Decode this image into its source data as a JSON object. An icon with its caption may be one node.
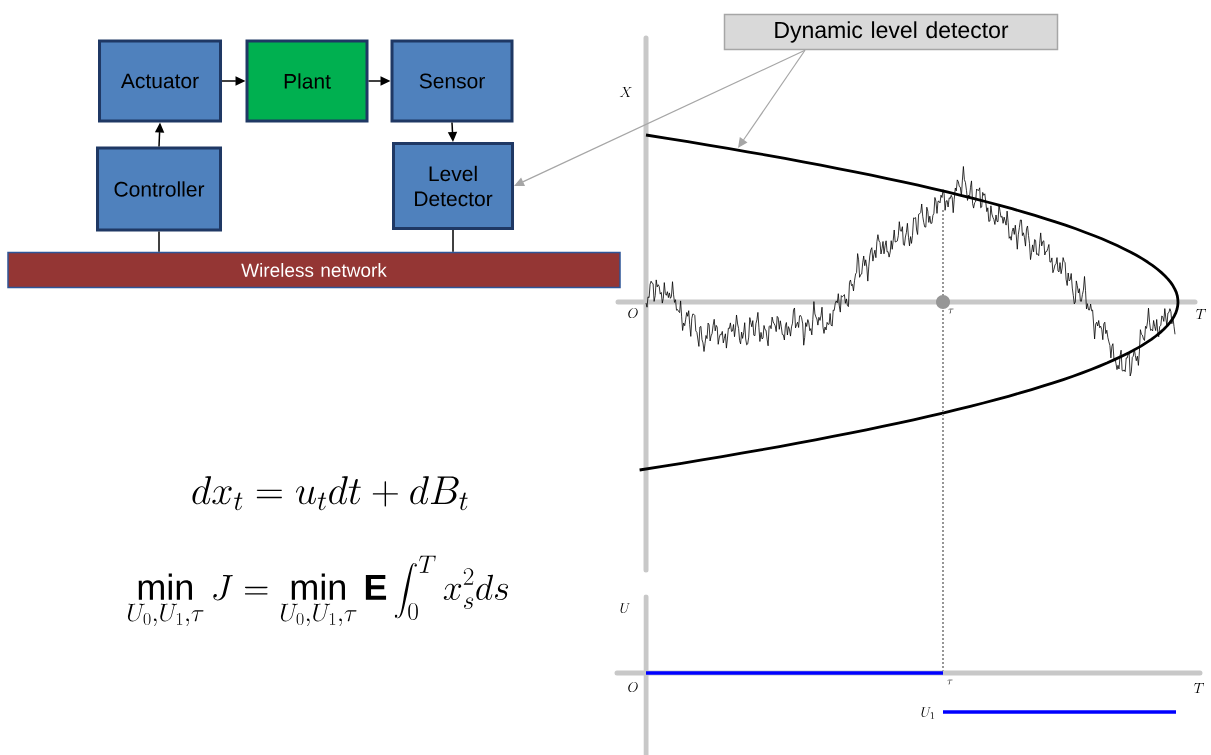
{
  "diagram": {
    "nodes": [
      {
        "text": [
          "Actuator"
        ]
      },
      {
        "text": [
          "Plant"
        ]
      },
      {
        "text": [
          "Sensor"
        ]
      },
      {
        "text": [
          "Controller"
        ]
      },
      {
        "text": [
          "Level Detector"
        ]
      },
      {
        "text": [
          "Wireless network"
        ]
      },
      {
        "text": [
          "Dynamic level detector"
        ]
      }
    ],
    "edges": [
      {
        "from": 0,
        "to": 1,
        "arrow": "to"
      },
      {
        "from": 1,
        "to": 2,
        "arrow": "to"
      },
      {
        "from": 3,
        "to": 0,
        "arrow": "to"
      },
      {
        "from": 2,
        "to": 4,
        "arrow": "to"
      },
      {
        "from": 3,
        "to": 5,
        "arrow": "none"
      },
      {
        "from": 4,
        "to": 5,
        "arrow": "none"
      },
      {
        "from": 6,
        "to": 4,
        "arrow": "to",
        "color": "#a6a6a6"
      },
      {
        "from": 6,
        "to": null,
        "arrow": "to",
        "color": "#a6a6a6"
      }
    ],
    "labels": [
      "X",
      "O",
      "\\tau",
      "T",
      "dx_t = u_t dt + dB_t",
      "\\min_{U_0,U_1,\\tau} J = \\min_{U_0,U_1,\\tau} \\mathbf{E} \\int_0^T x_s^2 ds",
      "U",
      "O",
      "\\tau",
      "T",
      "U_1"
    ]
  }
}
